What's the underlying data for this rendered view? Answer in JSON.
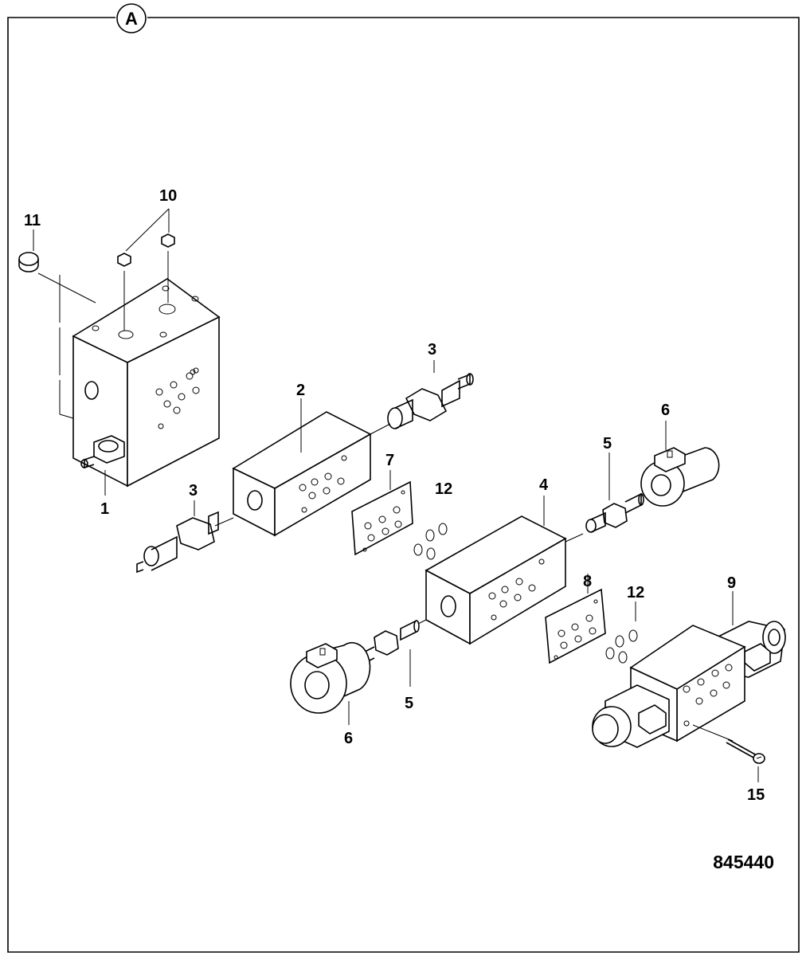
{
  "view_marker": "A",
  "drawing_number": "845440",
  "callouts": {
    "c1": "1",
    "c2": "2",
    "c3a": "3",
    "c3b": "3",
    "c4": "4",
    "c5a": "5",
    "c5b": "5",
    "c6a": "6",
    "c6b": "6",
    "c7": "7",
    "c8": "8",
    "c9": "9",
    "c10": "10",
    "c11": "11",
    "c12a": "12",
    "c12b": "12",
    "c15": "15"
  }
}
